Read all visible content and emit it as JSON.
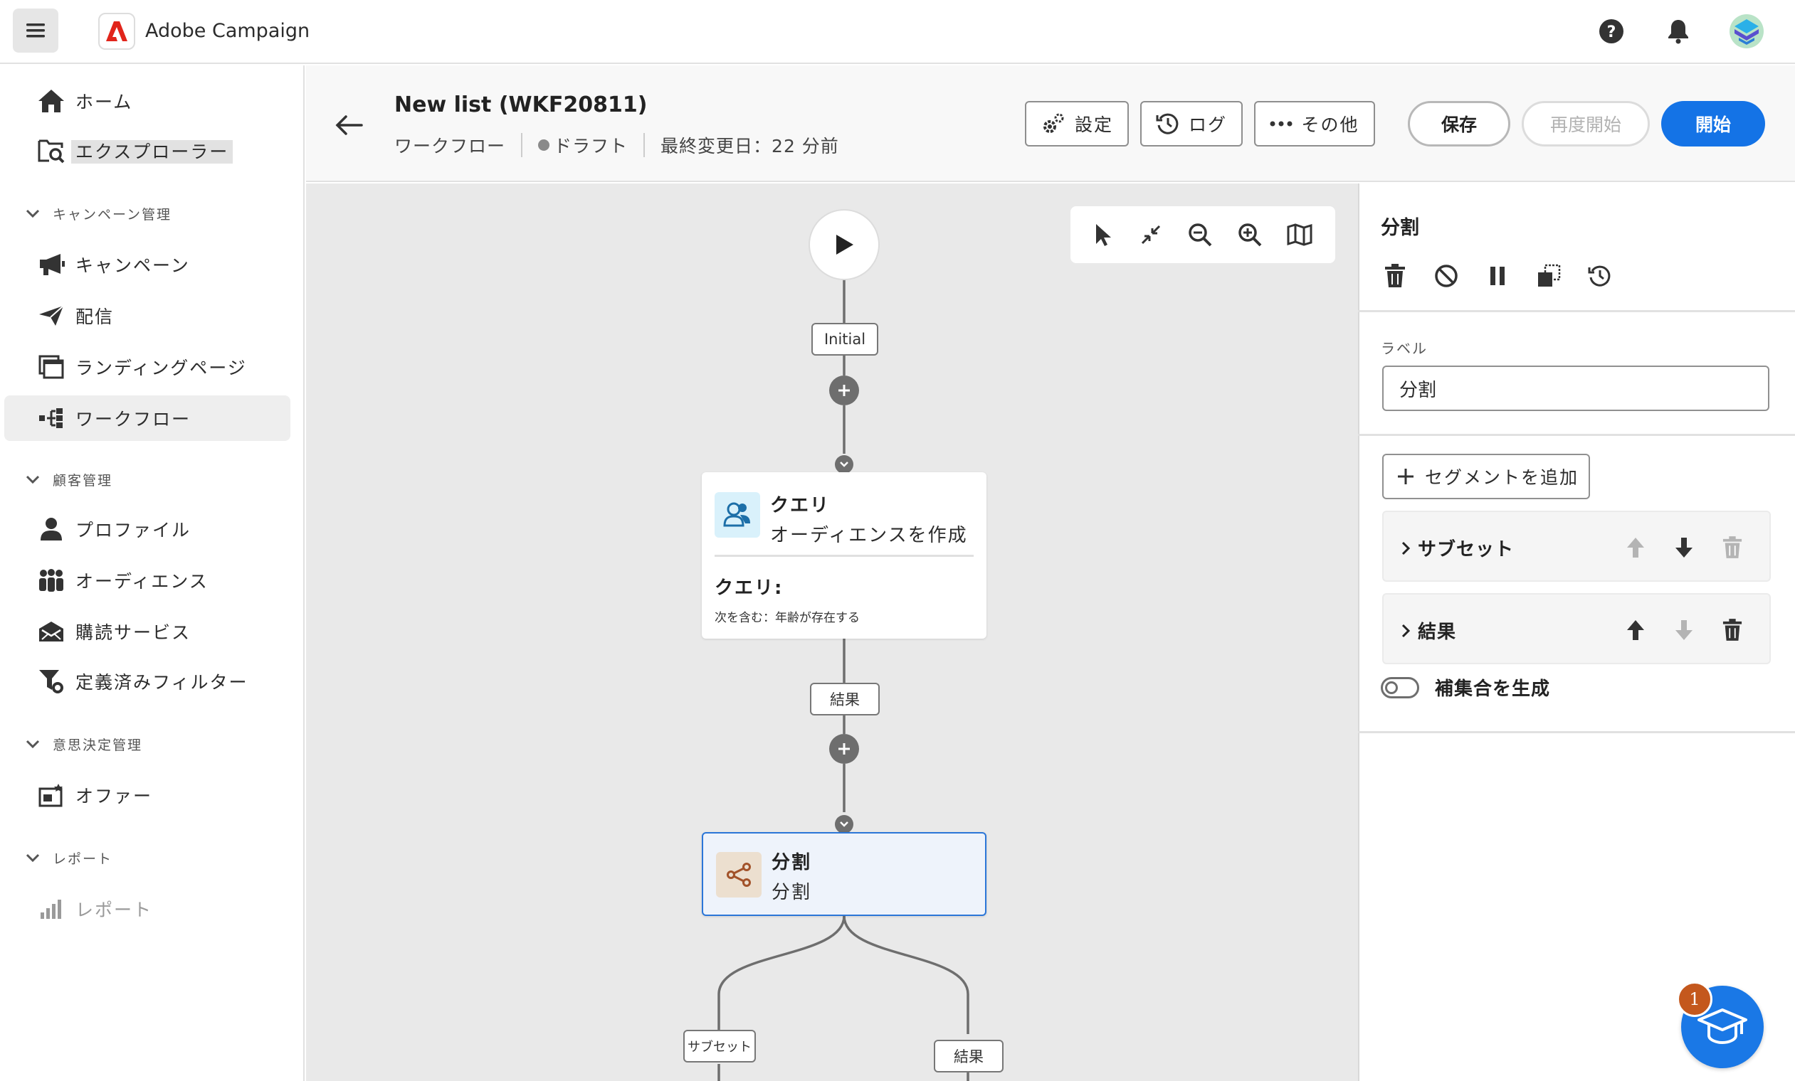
{
  "app": {
    "title": "Adobe Campaign"
  },
  "sidebar": {
    "home": "ホーム",
    "explorer": "エクスプローラー",
    "section_campaign": "キャンペーン管理",
    "campaigns": "キャンペーン",
    "deliveries": "配信",
    "landing_pages": "ランディングページ",
    "workflows": "ワークフロー",
    "section_customer": "顧客管理",
    "profiles": "プロファイル",
    "audiences": "オーディエンス",
    "subscriptions": "購読サービス",
    "filters": "定義済みフィルター",
    "section_decision": "意思決定管理",
    "offers": "オファー",
    "section_reports": "レポート",
    "reports": "レポート"
  },
  "header": {
    "title": "New list (WKF20811)",
    "type": "ワークフロー",
    "status": "ドラフト",
    "last_modified": "最終変更日：22 分前",
    "settings": "設定",
    "logs": "ログ",
    "more": "その他",
    "save": "保存",
    "restart": "再度開始",
    "start": "開始"
  },
  "canvas": {
    "initial_tag": "Initial",
    "query_title": "クエリ",
    "query_sub": "オーディエンスを作成",
    "query_heading": "クエリ:",
    "query_rule": "次を含む：年齢が存在する",
    "result_tag": "結果",
    "split_title": "分割",
    "split_sub": "分割",
    "subset_tag": "サブセット",
    "result_tag2": "結果"
  },
  "panel": {
    "title": "分割",
    "label_caption": "ラベル",
    "label_value": "分割",
    "add_segment": "セグメントを追加",
    "segments": [
      "サブセット",
      "結果"
    ],
    "complement": "補集合を生成"
  },
  "help": {
    "badge": "1"
  },
  "colors": {
    "accent": "#1473e6",
    "canvas_bg": "#e9e9e9",
    "selected_card": "#eef3fb"
  }
}
